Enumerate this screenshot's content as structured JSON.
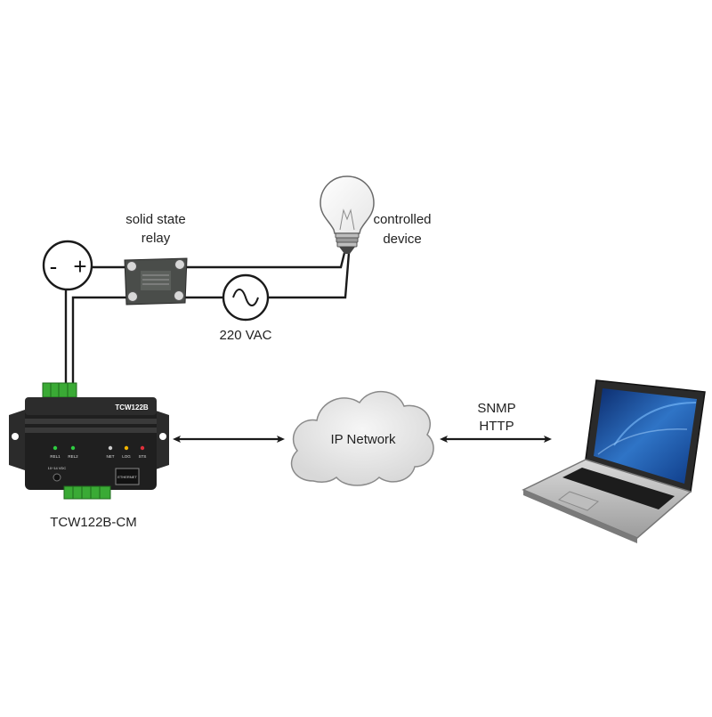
{
  "labels": {
    "relay_line1": "solid state",
    "relay_line2": "relay",
    "device_line1": "controlled",
    "device_line2": "device",
    "ac_source": "220 VAC",
    "network": "IP Network",
    "protocol_line1": "SNMP",
    "protocol_line2": "HTTP",
    "controller_name": "TCW122B-CM"
  },
  "dc_source": {
    "minus": "-",
    "plus": "+"
  },
  "controller": {
    "model_print": "TCW122B",
    "leds": [
      "REL1",
      "REL2",
      "NET",
      "LOG",
      "STS"
    ],
    "led_colors": [
      "#2ecc40",
      "#2ecc40",
      "#cccccc",
      "#f0b400",
      "#e0303a"
    ],
    "ethernet_label": "ETHERNET",
    "power_label": "10÷14 VDC",
    "body_color": "#1f1f1f",
    "terminal_color": "#3aaa35"
  },
  "colors": {
    "wire": "#1a1a1a",
    "arrow": "#1a1a1a",
    "cloud_fill": "#e3e3e3",
    "cloud_stroke": "#8a8a8a"
  }
}
